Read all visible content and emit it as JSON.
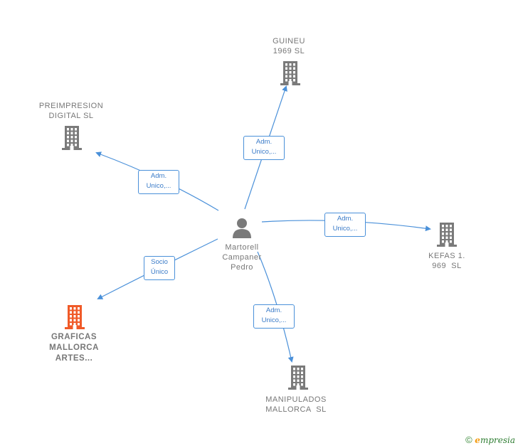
{
  "center": {
    "name_lines": [
      "Martorell",
      "Campaner",
      "Pedro"
    ],
    "icon": "person-icon"
  },
  "companies": [
    {
      "id": "guineu",
      "name_lines": [
        "GUINEU",
        "1969 SL"
      ],
      "icon": "building-icon",
      "color": "#7a7a7a"
    },
    {
      "id": "preimpresion",
      "name_lines": [
        "PREIMPRESION",
        "DIGITAL SL"
      ],
      "icon": "building-icon",
      "color": "#7a7a7a"
    },
    {
      "id": "kefas",
      "name_lines": [
        "KEFAS 1.",
        "969  SL"
      ],
      "icon": "building-icon",
      "color": "#7a7a7a"
    },
    {
      "id": "graficas",
      "name_lines": [
        "GRAFICAS",
        "MALLORCA",
        "ARTES..."
      ],
      "icon": "building-icon",
      "color": "#f05a28",
      "highlight": true
    },
    {
      "id": "manipulados",
      "name_lines": [
        "MANIPULADOS",
        "MALLORCA  SL"
      ],
      "icon": "building-icon",
      "color": "#7a7a7a"
    }
  ],
  "relations": [
    {
      "to": "guineu",
      "label_lines": [
        "Adm.",
        "Unico,..."
      ]
    },
    {
      "to": "preimpresion",
      "label_lines": [
        "Adm.",
        "Unico,..."
      ]
    },
    {
      "to": "kefas",
      "label_lines": [
        "Adm.",
        "Unico,..."
      ]
    },
    {
      "to": "graficas",
      "label_lines": [
        "Socio",
        "Único"
      ]
    },
    {
      "to": "manipulados",
      "label_lines": [
        "Adm.",
        "Unico,..."
      ]
    }
  ],
  "colors": {
    "edge": "#4a90d9",
    "building": "#7a7a7a",
    "building_highlight": "#f05a28",
    "person": "#7a7a7a"
  },
  "footer": {
    "copyright": "©",
    "brand": "mpresia",
    "brand_initial": "e"
  }
}
